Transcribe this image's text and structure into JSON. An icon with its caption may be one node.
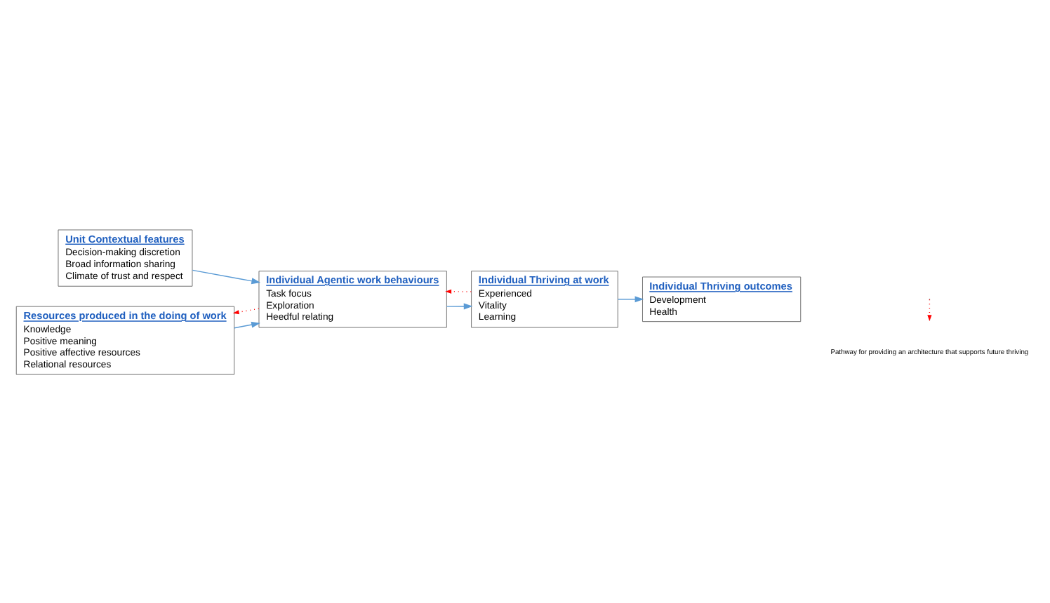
{
  "diagram": {
    "nodes": [
      {
        "text": [
          "Unit Contextual features",
          "Decision-making discretion",
          "Broad information sharing",
          "Climate of trust and respect"
        ]
      },
      {
        "text": [
          "Resources produced in the doing of work",
          "Knowledge",
          "Positive meaning",
          "Positive affective resources",
          "Relational resources"
        ]
      },
      {
        "text": [
          "Individual Agentic work behaviours",
          "Task focus",
          "Exploration",
          "Heedful relating"
        ]
      },
      {
        "text": [
          "Individual Thriving at work",
          "Experienced",
          "Vitality",
          "Learning"
        ]
      },
      {
        "text": [
          "Individual Thriving outcomes",
          "Development",
          "Health"
        ]
      }
    ],
    "edges": [
      {
        "from": 0,
        "to": 2,
        "arrow": "to"
      },
      {
        "from": 1,
        "to": 2,
        "arrow": "to"
      },
      {
        "from": 2,
        "to": 3,
        "arrow": "to"
      },
      {
        "from": 3,
        "to": 4,
        "arrow": "to"
      },
      {
        "from": 3,
        "to": 2,
        "arrow": "to",
        "style": "dashed",
        "color": "#ff0000"
      },
      {
        "from": 2,
        "to": 1,
        "arrow": "to",
        "style": "dashed",
        "color": "#ff0000"
      }
    ],
    "legend": [
      {
        "text": "Pathway for providing an architecture that supports future thriving"
      }
    ]
  }
}
